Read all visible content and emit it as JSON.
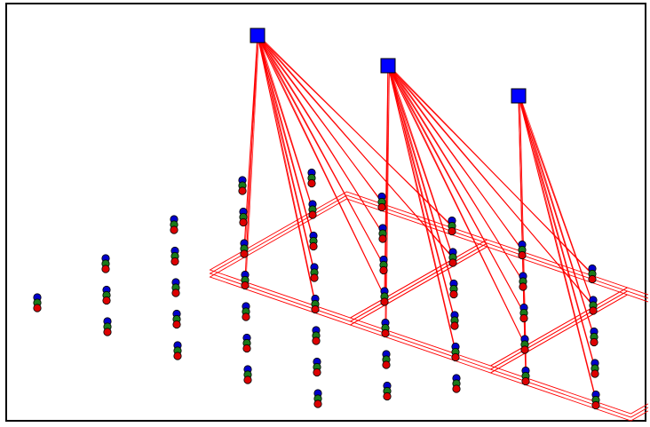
{
  "colors": {
    "frame": "#000000",
    "edge": "#ff0000",
    "hub": "#0000ff",
    "dot_top": "#0000cc",
    "dot_mid": "#1a7a1a",
    "dot_bottom": "#dd0000",
    "dot_outline": "#000000"
  },
  "hubs": [
    {
      "id": "hub-1",
      "shape": "square"
    },
    {
      "id": "hub-2",
      "shape": "square"
    },
    {
      "id": "hub-3",
      "shape": "square"
    }
  ],
  "icons": {
    "hub": "blue-square-icon",
    "node": "stacked-blue-green-red-dots-icon"
  }
}
